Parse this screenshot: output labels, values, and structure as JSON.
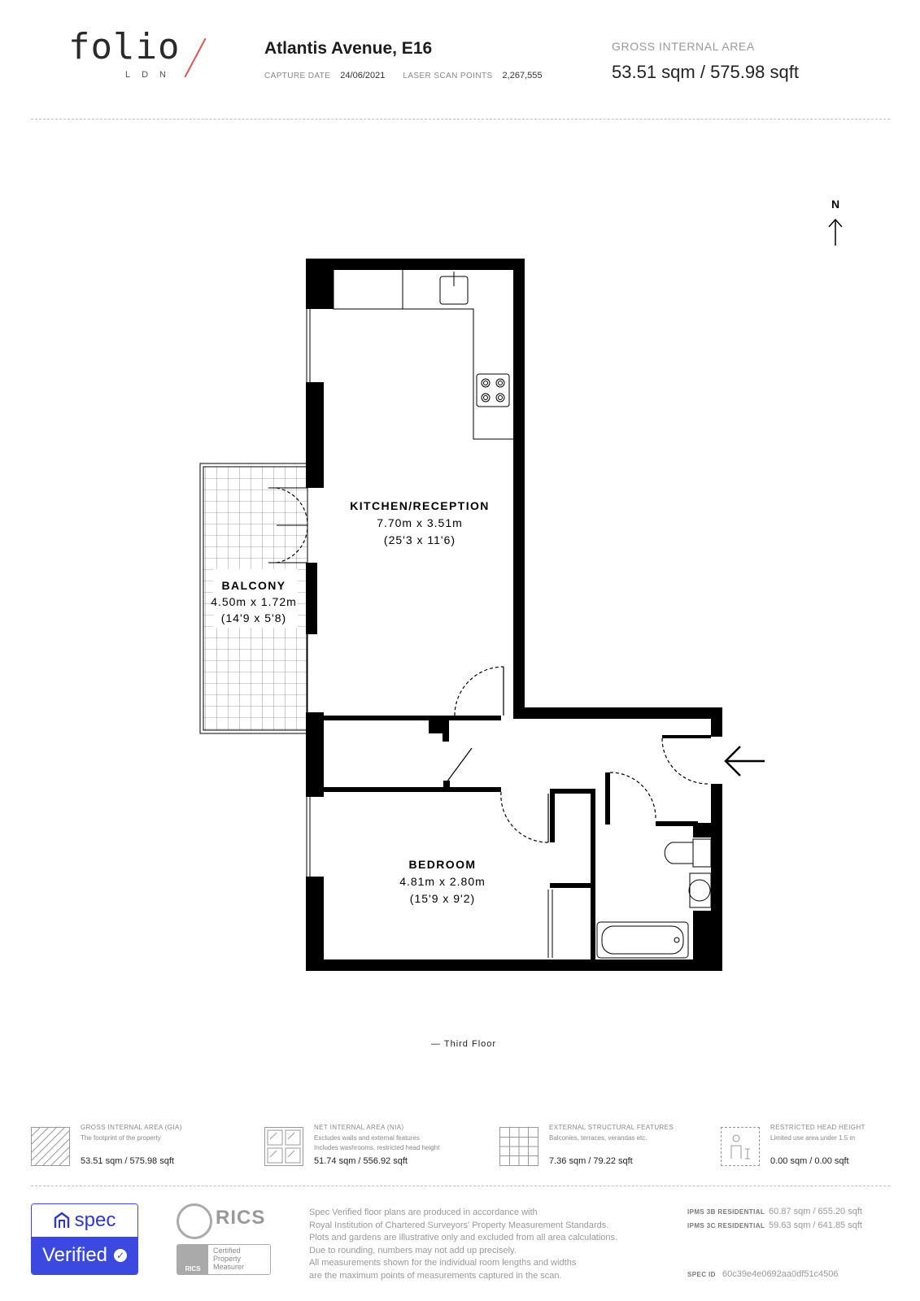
{
  "header": {
    "logo_word": "folio",
    "logo_sub": "LDN",
    "property_title": "Atlantis Avenue, E16",
    "capture_date_label": "CAPTURE DATE",
    "capture_date": "24/06/2021",
    "laser_scan_label": "LASER SCAN POINTS",
    "laser_scan_points": "2,267,555",
    "gia_label": "GROSS INTERNAL AREA",
    "gia_value": "53.51 sqm / 575.98 sqft"
  },
  "plan": {
    "north_label": "N",
    "rooms": {
      "kitchen": {
        "name": "KITCHEN/RECEPTION",
        "metric": "7.70m x 3.51m",
        "imperial": "(25'3 x 11'6)"
      },
      "balcony": {
        "name": "BALCONY",
        "metric": "4.50m x 1.72m",
        "imperial": "(14'9 x 5'8)"
      },
      "bedroom": {
        "name": "BEDROOM",
        "metric": "4.81m x 2.80m",
        "imperial": "(15'9 x 9'2)"
      }
    },
    "floor_label": "— Third Floor"
  },
  "legend": [
    {
      "title": "GROSS INTERNAL AREA (GIA)",
      "desc": [
        "The footprint of the property"
      ],
      "value": "53.51 sqm / 575.98 sqft",
      "icon": "hatched-area-icon"
    },
    {
      "title": "NET INTERNAL AREA (NIA)",
      "desc": [
        "Excludes walls and external features",
        "Includes washrooms, restricted head height"
      ],
      "value": "51.74 sqm / 556.92 sqft",
      "icon": "net-area-icon"
    },
    {
      "title": "EXTERNAL STRUCTURAL FEATURES",
      "desc": [
        "Balconies, terraces, verandas etc."
      ],
      "value": "7.36 sqm / 79.22 sqft",
      "icon": "grid-area-icon"
    },
    {
      "title": "RESTRICTED HEAD HEIGHT",
      "desc": [
        "Limited use area under 1.5 m"
      ],
      "value": "0.00 sqm / 0.00 sqft",
      "icon": "restricted-height-icon"
    }
  ],
  "footer": {
    "spec_word": "spec",
    "verified_word": "Verified",
    "rics_word": "RICS",
    "rics_small": "RICS",
    "rics_box_lines": [
      "Certified",
      "Property",
      "Measurer"
    ],
    "disclaimer": [
      "Spec Verified floor plans are produced in accordance with",
      "Royal Institution of Chartered Surveyors' Property Measurement Standards.",
      "Plots and gardens are illustrative only and excluded from all area calculations.",
      "Due to rounding, numbers may not add up precisely.",
      "All measurements shown for the individual room lengths and widths",
      "are the maximum points of measurements captured in the scan."
    ],
    "ipms3b_label": "IPMS 3B RESIDENTIAL",
    "ipms3b_value": "60.87 sqm / 655.20 sqft",
    "ipms3c_label": "IPMS 3C RESIDENTIAL",
    "ipms3c_value": "59.63 sqm / 641.85 sqft",
    "spec_id_label": "SPEC ID",
    "spec_id_value": "60c39e4e0692aa0df51c4506"
  },
  "colors": {
    "accent_blue": "#3b49df",
    "logo_slash": "#d9534f",
    "wall": "#000000"
  }
}
